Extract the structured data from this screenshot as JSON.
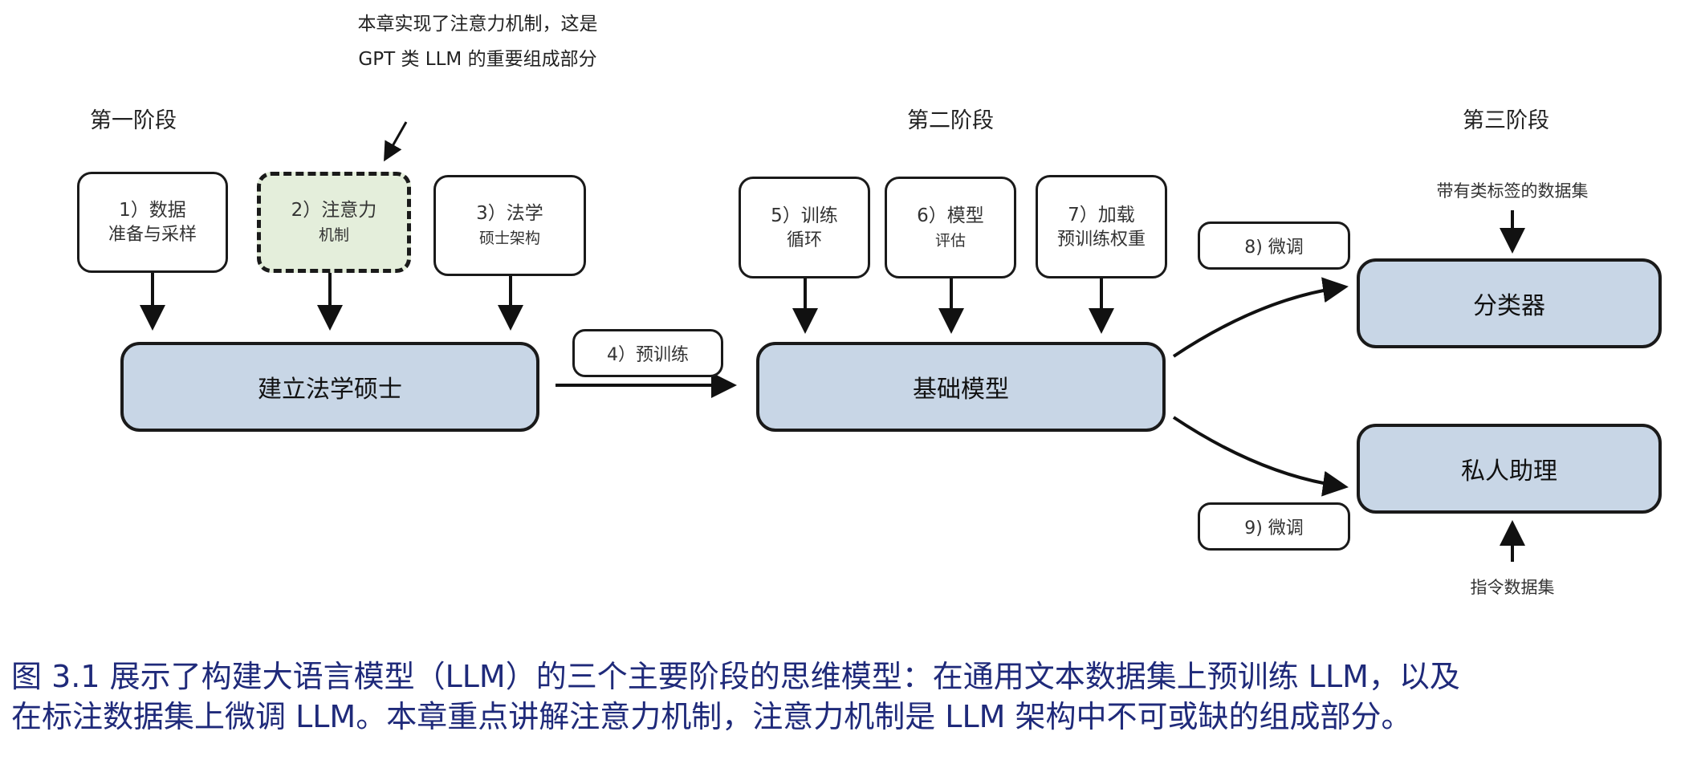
{
  "note": {
    "line1": "本章实现了注意力机制，这是",
    "line2": "GPT 类 LLM 的重要组成部分"
  },
  "stages": {
    "one": "第一阶段",
    "two": "第二阶段",
    "three": "第三阶段"
  },
  "steps": {
    "s1": {
      "line1": "1）数据",
      "line2": "准备与采样"
    },
    "s2": {
      "line1": "2）注意力",
      "line2": "机制"
    },
    "s3": {
      "line1": "3）法学",
      "line2": "硕士架构"
    },
    "s4": "4）预训练",
    "s5": {
      "line1": "5）训练",
      "line2": "循环"
    },
    "s6": {
      "line1": "6）模型",
      "line2": "评估"
    },
    "s7": {
      "line1": "7）加载",
      "line2": "预训练权重"
    },
    "s8": "8) 微调",
    "s9": "9) 微调"
  },
  "blocks": {
    "build": "建立法学硕士",
    "foundation": "基础模型",
    "classifier": "分类器",
    "assistant": "私人助理"
  },
  "inputs": {
    "labeled": "带有类标签的数据集",
    "instruction": "指令数据集"
  },
  "caption": {
    "line1": "图 3.1 展示了构建大语言模型（LLM）的三个主要阶段的思维模型：在通用文本数据集上预训练 LLM，以及",
    "line2": "在标注数据集上微调 LLM。本章重点讲解注意力机制，注意力机制是 LLM 架构中不可或缺的组成部分。"
  },
  "colors": {
    "block_fill": "#c8d6e6",
    "highlight_fill": "#e4eedb",
    "caption_text": "#1f2a7a"
  }
}
